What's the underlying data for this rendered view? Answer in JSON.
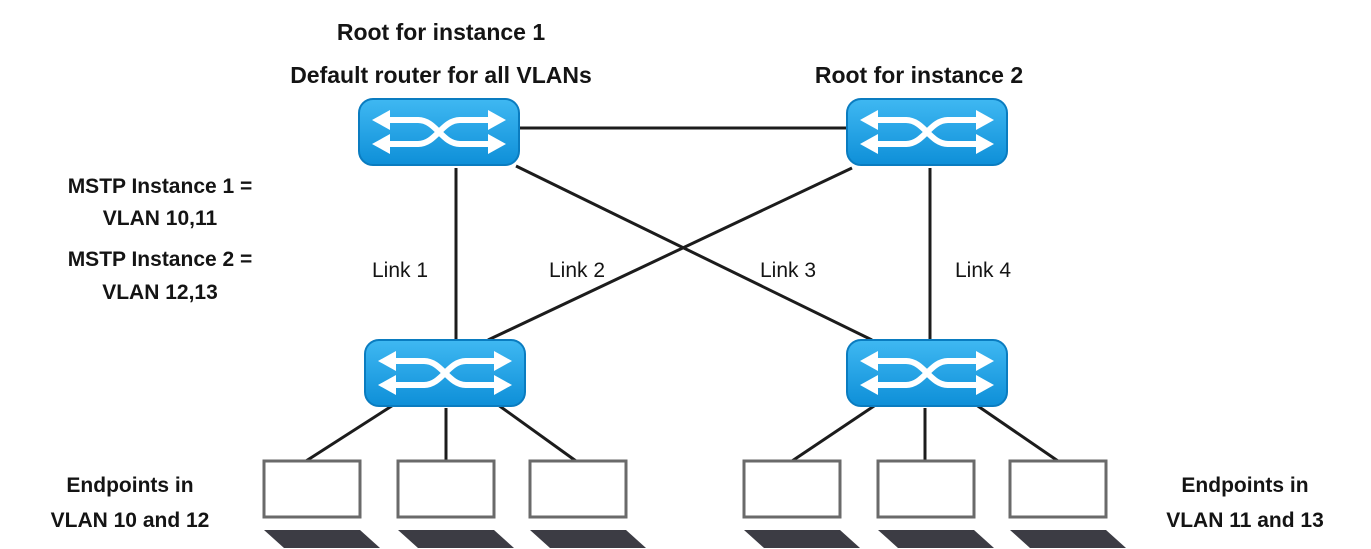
{
  "labels": {
    "root1_line1": "Root for instance 1",
    "root1_line2": "Default router for all VLANs",
    "root2": "Root for instance 2",
    "mstp1_line1": "MSTP Instance 1 =",
    "mstp1_line2": "VLAN 10,11",
    "mstp2_line1": "MSTP Instance 2 =",
    "mstp2_line2": "VLAN 12,13",
    "link1": "Link 1",
    "link2": "Link 2",
    "link3": "Link 3",
    "link4": "Link 4",
    "endpoints_left_line1": "Endpoints in",
    "endpoints_left_line2": "VLAN 10 and 12",
    "endpoints_right_line1": "Endpoints in",
    "endpoints_right_line2": "VLAN 11 and 13"
  },
  "colors": {
    "switch_fill": "#1aa3e8",
    "switch_arrow": "#ffffff",
    "line": "#1c1c1c",
    "endpoint_base": "#3c3c44"
  },
  "icons": {
    "switch": "network-switch-icon",
    "endpoint": "endpoint-device-icon"
  }
}
